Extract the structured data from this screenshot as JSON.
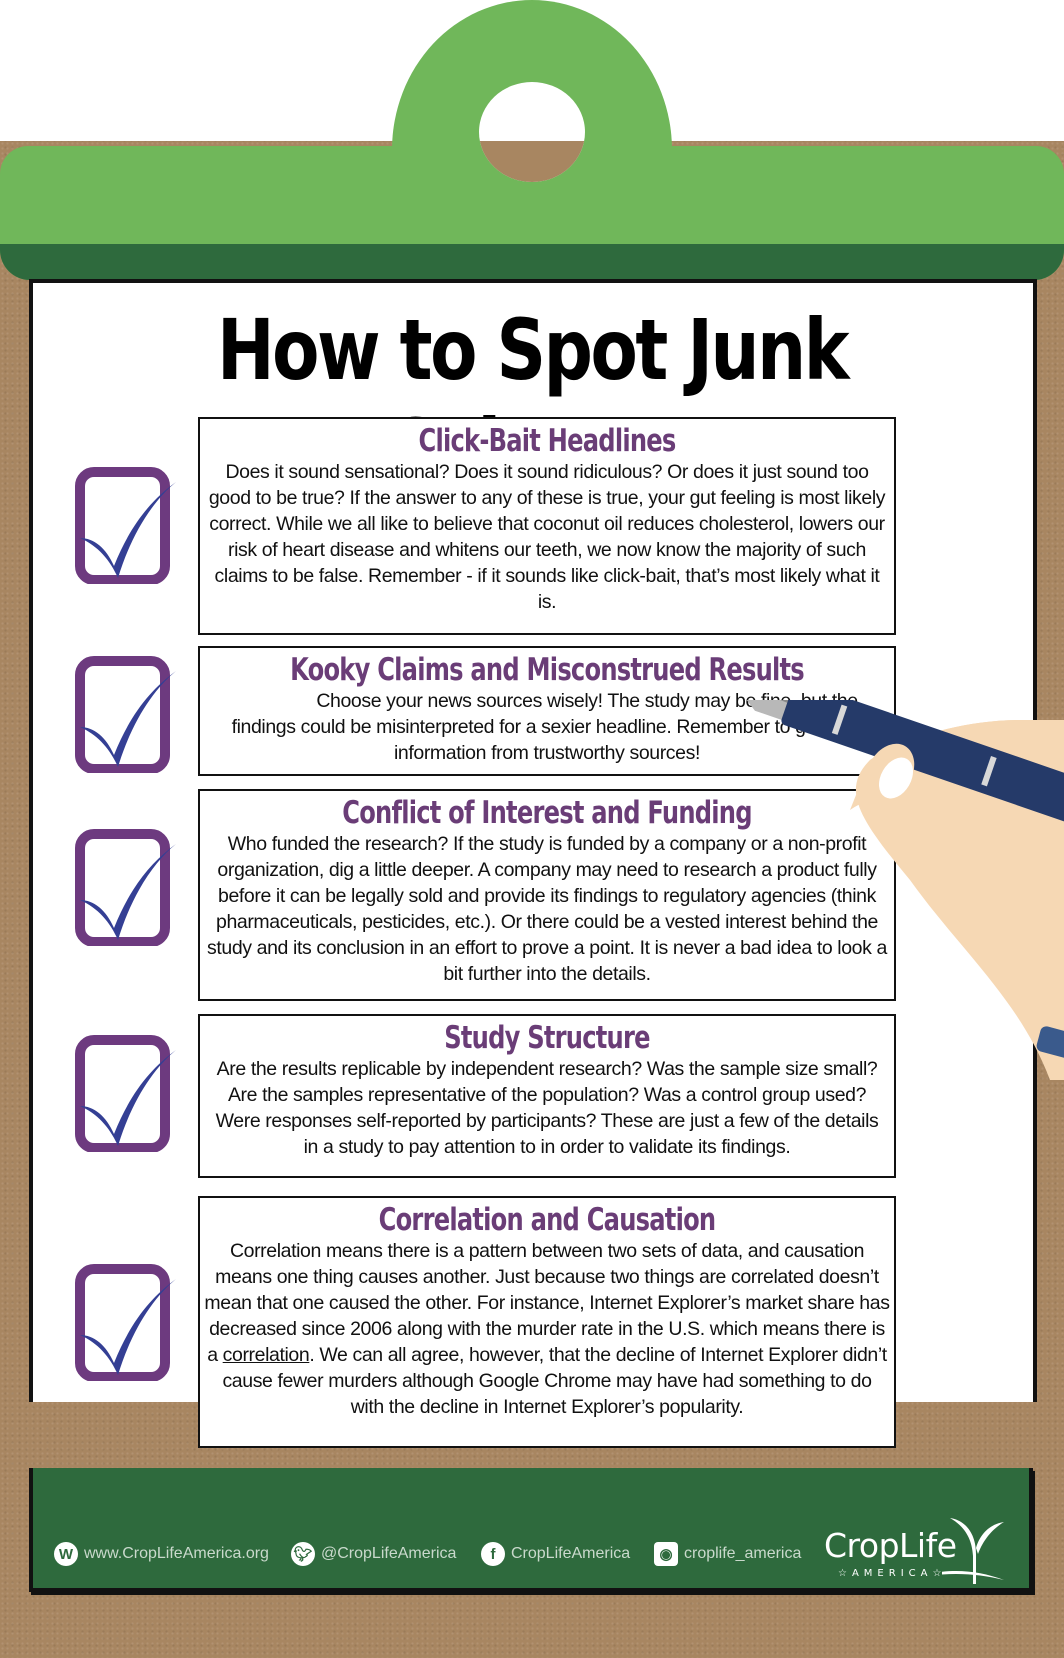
{
  "title": "How to Spot Junk Science",
  "colors": {
    "clip_green": "#70b75a",
    "clip_dark_green": "#2e6a3d",
    "board_brown": "#a88661",
    "heading_purple": "#6a3d77",
    "checkbox_purple": "#6d3a7f",
    "checkmark_blue": "#343f94",
    "footer_green": "#2e6a3d"
  },
  "sections": [
    {
      "heading": "Click-Bait Headlines",
      "body": "Does it sound sensational? Does it sound ridiculous? Or does it just sound too good to be true? If the answer to any of these is true, your gut feeling is most likely correct. While we all like to believe that coconut oil reduces cholesterol, lowers our risk of heart disease and whitens our teeth, we now know the majority of such claims to be false. Remember - if it sounds like click-bait, that’s most likely what it is."
    },
    {
      "heading": "Kooky Claims and Misconstrued Results",
      "body": "Choose your news sources wisely! The study may be fine, but the findings could be misinterpreted for a sexier headline. Remember to get your information from trustworthy sources!"
    },
    {
      "heading": "Conflict of Interest and Funding",
      "body": "Who funded the research? If the study is funded by a company or a non-profit organization, dig a little deeper. A company may need to research a product fully before it can be legally sold and provide its findings to regulatory agencies (think pharmaceuticals, pesticides, etc.). Or there could be a vested interest behind the study and its conclusion in an effort to prove a point. It is never a bad idea to look a bit further into the details."
    },
    {
      "heading": "Study Structure",
      "body": "Are the results replicable by independent research? Was the sample size small? Are the samples representative of the population? Was a control group used? Were responses self-reported by participants? These are just a few of the details in a study to pay attention to in order to validate its findings."
    },
    {
      "heading": "Correlation and Causation",
      "body_before": "Correlation means there is a pattern between two sets of data, and causation means one thing causes another. Just because two things are correlated doesn’t mean that one caused the other. For instance, Internet Explorer’s market share has decreased since 2006 along with the murder rate in the U.S. which means there is a ",
      "body_link": "correlation",
      "body_after": ". We can all agree, however, that the decline of Internet Explorer didn’t cause fewer murders although Google Chrome may have had something to do with the decline in Internet Explorer’s popularity."
    }
  ],
  "footer": {
    "website": {
      "icon": "wordpress-icon",
      "label": "www.CropLifeAmerica.org"
    },
    "twitter": {
      "icon": "twitter-icon",
      "label": "@CropLifeAmerica"
    },
    "facebook": {
      "icon": "facebook-icon",
      "label": "CropLifeAmerica"
    },
    "instagram": {
      "icon": "instagram-icon",
      "label": "croplife_america"
    },
    "logo": {
      "name": "CropLife",
      "sub": "☆AMERICA☆"
    }
  }
}
